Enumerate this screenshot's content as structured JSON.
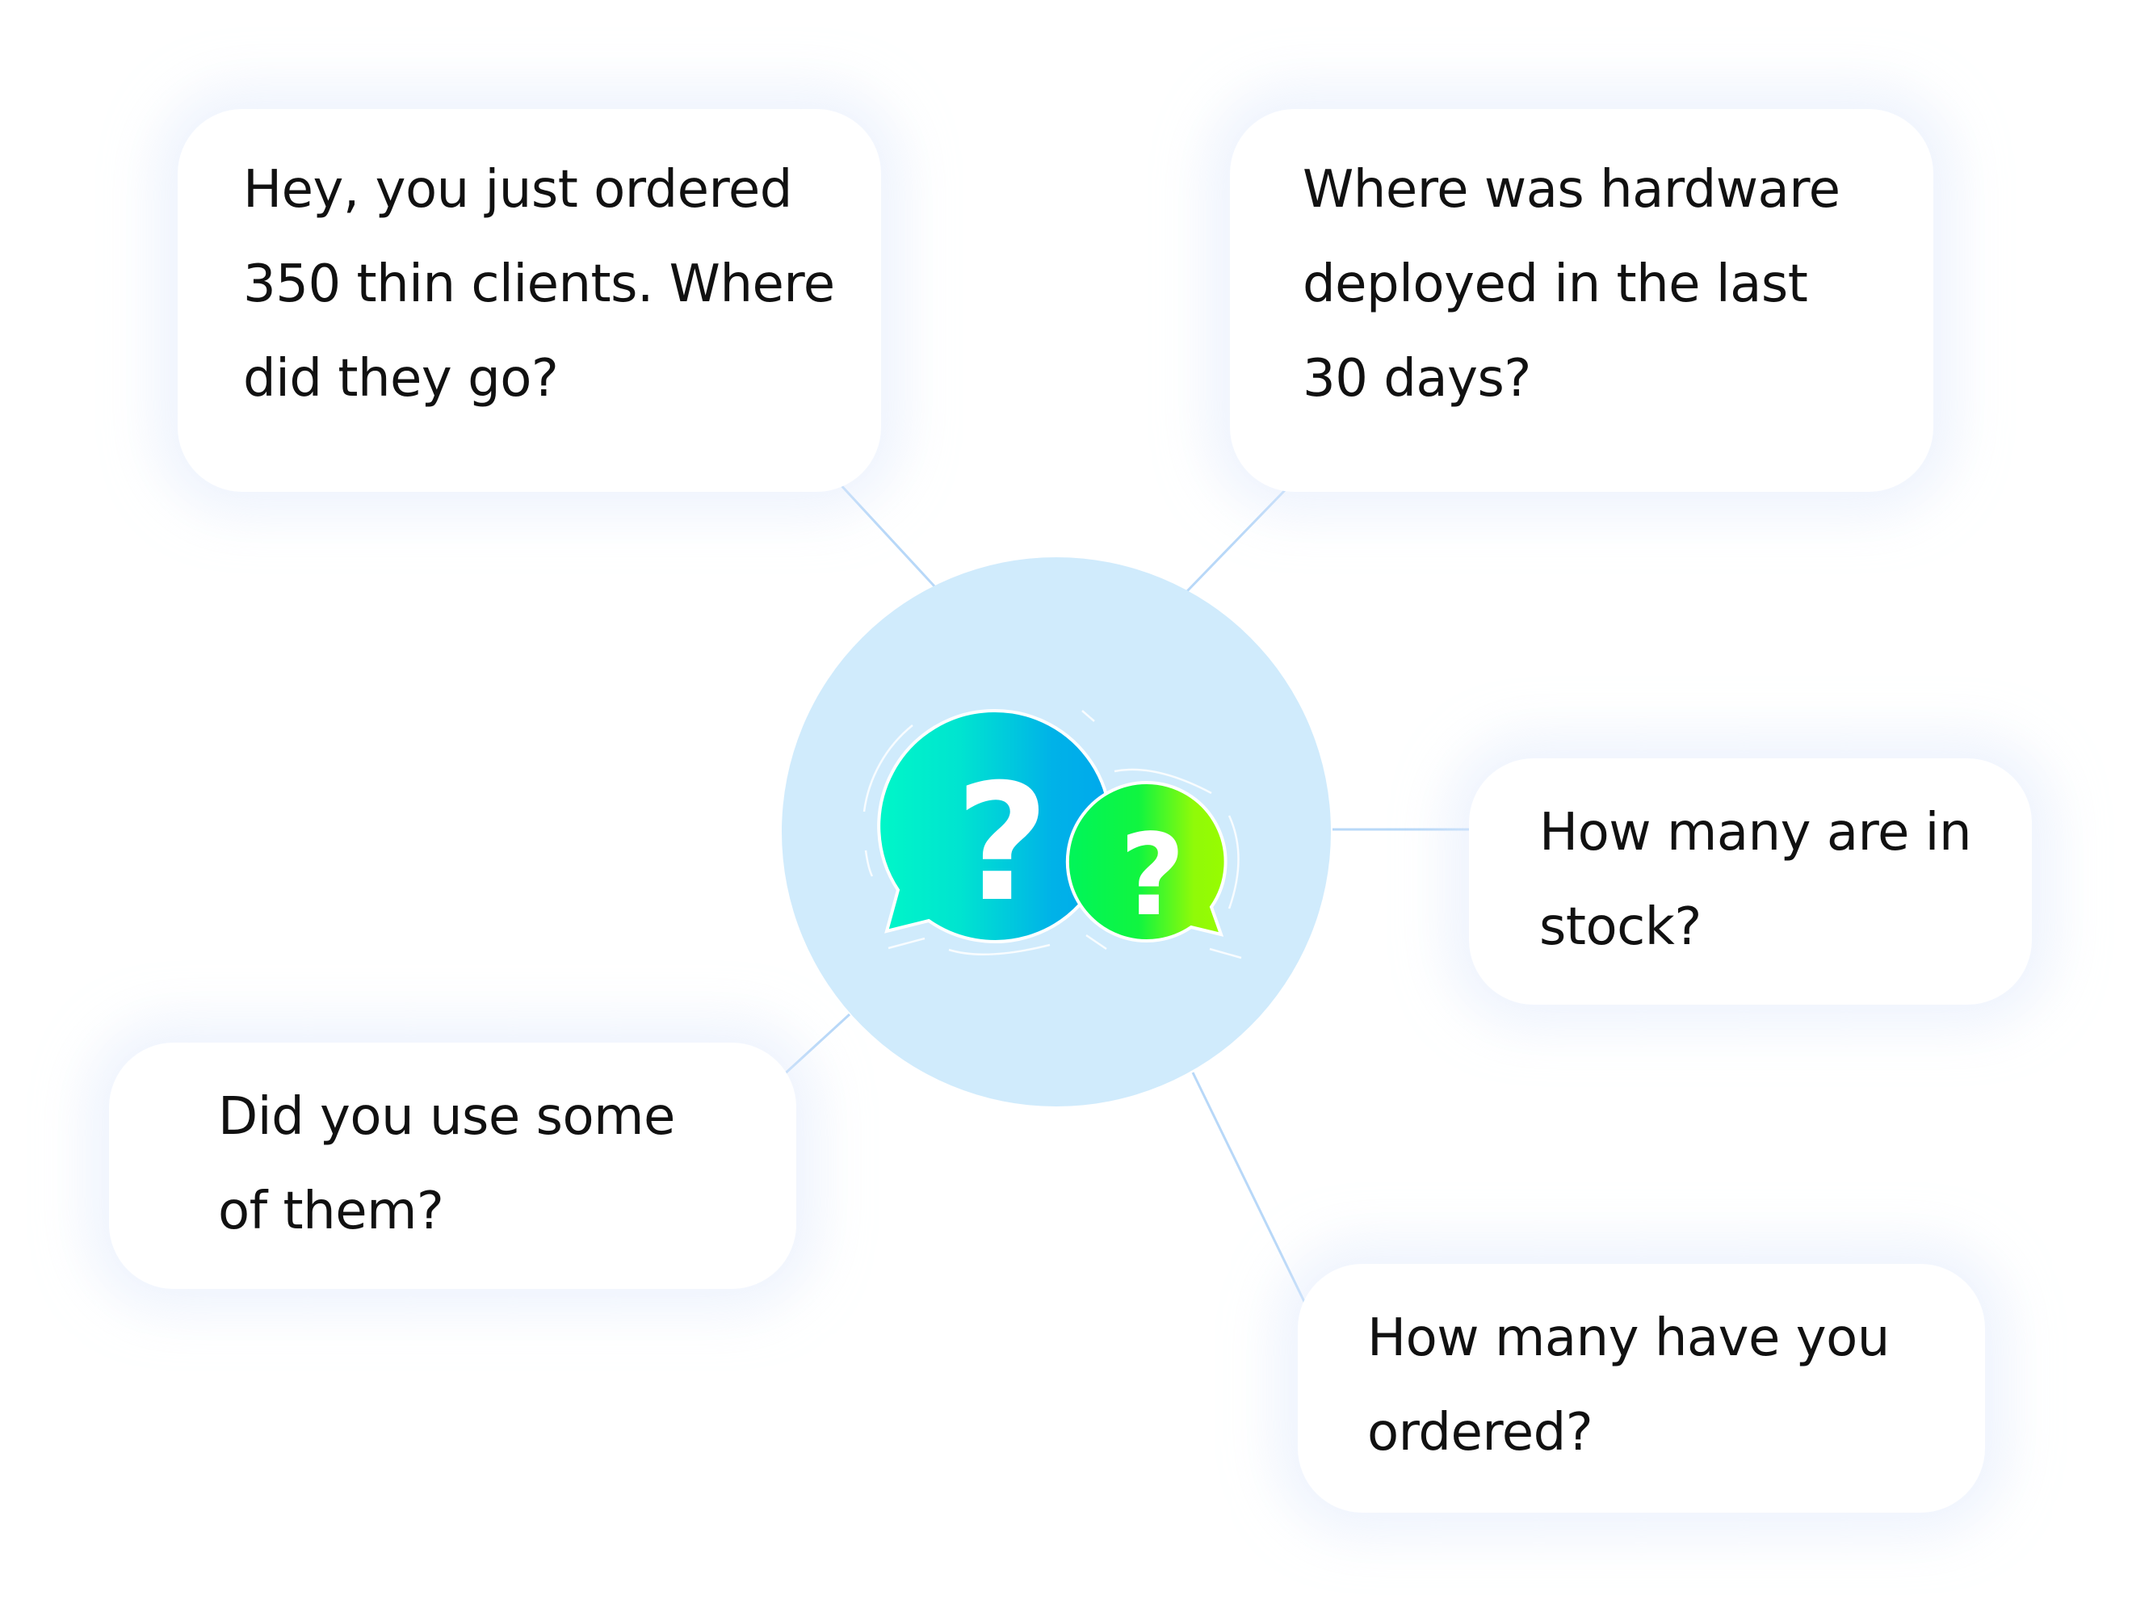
{
  "center": {
    "icon": "question-chat-bubbles-icon",
    "circle_color": "#d0ebfc",
    "line_color": "#b8d8f8"
  },
  "questions": [
    {
      "text": "Hey, you just ordered 350 thin clients. Where did they go?",
      "lines": [
        "Hey, you just ordered",
        "350 thin clients. Where",
        "did they go?"
      ]
    },
    {
      "text": "Where was hardware deployed in the last 30 days?",
      "lines": [
        "Where was hardware",
        "deployed in the last",
        "30 days?"
      ]
    },
    {
      "text": "How many are in stock?",
      "lines": [
        "How many are in",
        "stock?"
      ]
    },
    {
      "text": "Did you use some of them?",
      "lines": [
        "Did you use some",
        "of them?"
      ]
    },
    {
      "text": "How many have you ordered?",
      "lines": [
        "How many have you",
        "ordered?"
      ]
    }
  ]
}
